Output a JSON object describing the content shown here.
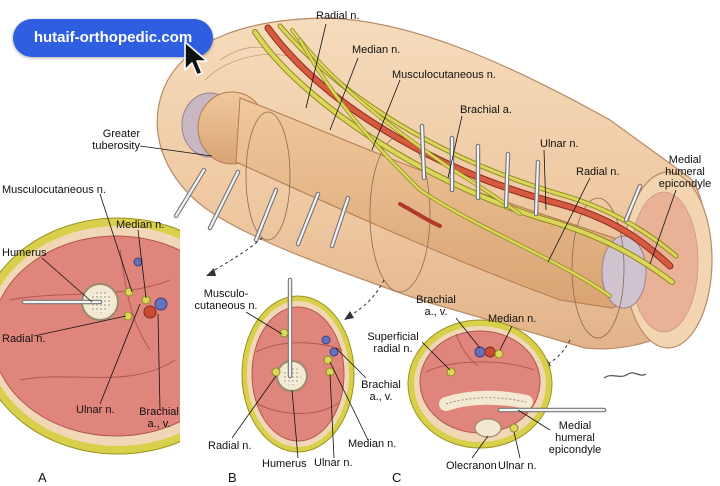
{
  "watermark": {
    "text": "hutaif-orthopedic.com"
  },
  "labels": {
    "radial_top": "Radial n.",
    "median_top": "Median n.",
    "musculocutaneous_top": "Musculocutaneous n.",
    "brachial_a_top": "Brachial a.",
    "ulnar_top": "Ulnar n.",
    "radial_right": "Radial n.",
    "medial_epicondyle_top": [
      "Medial",
      "humeral",
      "epicondyle"
    ],
    "greater_tuberosity": [
      "Greater",
      "tuberosity"
    ],
    "a_musculocutaneous": "Musculocutaneous n.",
    "a_median": "Median n.",
    "a_humerus": "Humerus",
    "a_radial": "Radial n.",
    "a_ulnar": "Ulnar n.",
    "a_brachial": [
      "Brachial",
      "a., v."
    ],
    "b_musculocutaneous": [
      "Musculo-",
      "cutaneous n."
    ],
    "b_brachial": [
      "Brachial",
      "a., v."
    ],
    "b_radial": "Radial n.",
    "b_humerus": "Humerus",
    "b_ulnar": "Ulnar n.",
    "b_median": "Median n.",
    "c_brachial": [
      "Brachial",
      "a., v."
    ],
    "c_median": "Median n.",
    "c_superficial_radial": [
      "Superficial",
      "radial n."
    ],
    "c_olecranon": "Olecranon",
    "c_ulnar": "Ulnar n.",
    "c_medial_epicondyle": [
      "Medial",
      "humeral",
      "epicondyle"
    ]
  },
  "panels": {
    "a": "A",
    "b": "B",
    "c": "C"
  },
  "colors": {
    "skin": "#f1cfa6",
    "bone": "#e9b886",
    "muscle": "#e6837b",
    "nerve": "#d8d356",
    "artery": "#cc4a34",
    "vein": "#6870b8",
    "watermark_bg": "#2f5fe0"
  }
}
